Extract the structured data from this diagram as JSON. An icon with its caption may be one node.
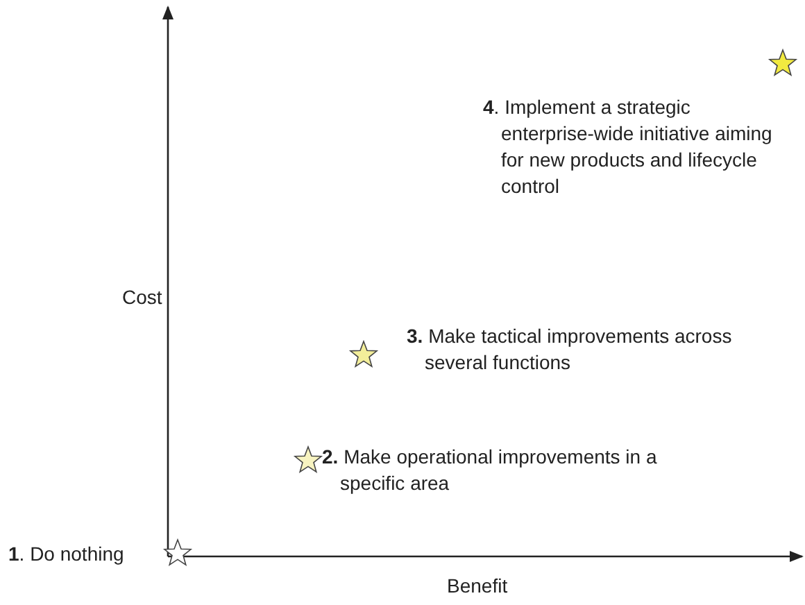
{
  "diagram": {
    "labels": [
      "**4**. Implement a strategic enterprise-wide initiative aiming for new products and lifecycle control",
      "Cost",
      "**3.** Make tactical improvements across several functions",
      "**2.** Make operational improvements in a specific area",
      "**1**. Do nothing",
      "Benefit"
    ]
  }
}
